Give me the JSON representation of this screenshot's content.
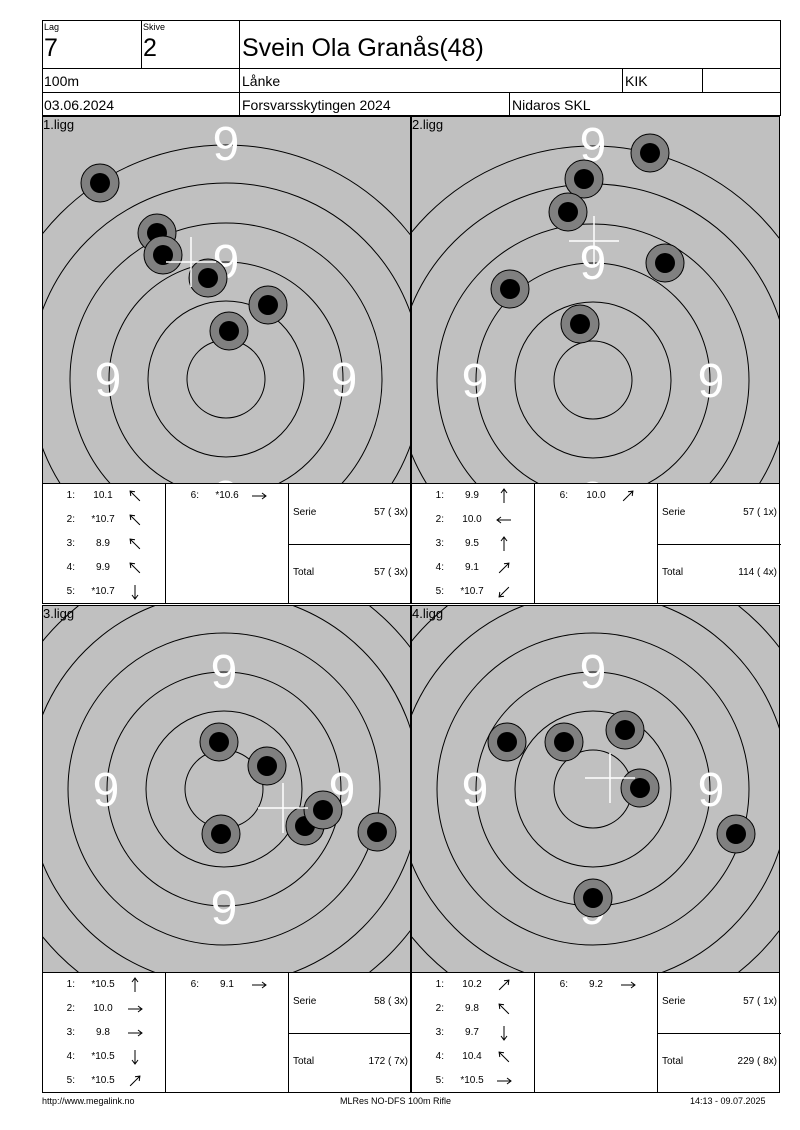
{
  "header": {
    "lag_label": "Lag",
    "lag_value": "7",
    "skive_label": "Skive",
    "skive_value": "2",
    "name": "Svein Ola Granås(48)",
    "distance": "100m",
    "place": "Lånke",
    "club": "KIK",
    "club_extra": "",
    "date": "03.06.2024",
    "event": "Forsvarsskytingen 2024",
    "organizer": "Nidaros SKL"
  },
  "colors": {
    "target_bg": "#c0c0c0",
    "ring_line": "#000000",
    "hole_outer": "#808080",
    "hole_inner": "#000000",
    "ring_number": "#ffffff"
  },
  "ring_number_text": "9",
  "panels": [
    {
      "label": "1.ligg",
      "shots": [
        {
          "n": "1:",
          "v": "10.1",
          "dir": "up-left"
        },
        {
          "n": "2:",
          "v": "*10.7",
          "dir": "up-left"
        },
        {
          "n": "3:",
          "v": "8.9",
          "dir": "up-left"
        },
        {
          "n": "4:",
          "v": "9.9",
          "dir": "up-left"
        },
        {
          "n": "5:",
          "v": "*10.7",
          "dir": "down"
        },
        {
          "n": "6:",
          "v": "*10.6",
          "dir": "right"
        }
      ],
      "serie_label": "Serie",
      "serie_value": "57 ( 3x)",
      "total_label": "Total",
      "total_value": "57 ( 3x)"
    },
    {
      "label": "2.ligg",
      "shots": [
        {
          "n": "1:",
          "v": "9.9",
          "dir": "up"
        },
        {
          "n": "2:",
          "v": "10.0",
          "dir": "left"
        },
        {
          "n": "3:",
          "v": "9.5",
          "dir": "up"
        },
        {
          "n": "4:",
          "v": "9.1",
          "dir": "up-right"
        },
        {
          "n": "5:",
          "v": "*10.7",
          "dir": "down-left"
        },
        {
          "n": "6:",
          "v": "10.0",
          "dir": "up-right"
        }
      ],
      "serie_label": "Serie",
      "serie_value": "57 ( 1x)",
      "total_label": "Total",
      "total_value": "114 ( 4x)"
    },
    {
      "label": "3.ligg",
      "shots": [
        {
          "n": "1:",
          "v": "*10.5",
          "dir": "up"
        },
        {
          "n": "2:",
          "v": "10.0",
          "dir": "right"
        },
        {
          "n": "3:",
          "v": "9.8",
          "dir": "right"
        },
        {
          "n": "4:",
          "v": "*10.5",
          "dir": "down"
        },
        {
          "n": "5:",
          "v": "*10.5",
          "dir": "up-right"
        },
        {
          "n": "6:",
          "v": "9.1",
          "dir": "right"
        }
      ],
      "serie_label": "Serie",
      "serie_value": "58 ( 3x)",
      "total_label": "Total",
      "total_value": "172 ( 7x)"
    },
    {
      "label": "4.ligg",
      "shots": [
        {
          "n": "1:",
          "v": "10.2",
          "dir": "up-right"
        },
        {
          "n": "2:",
          "v": "9.8",
          "dir": "up-left"
        },
        {
          "n": "3:",
          "v": "9.7",
          "dir": "down"
        },
        {
          "n": "4:",
          "v": "10.4",
          "dir": "up-left"
        },
        {
          "n": "5:",
          "v": "*10.5",
          "dir": "right"
        },
        {
          "n": "6:",
          "v": "9.2",
          "dir": "right"
        }
      ],
      "serie_label": "Serie",
      "serie_value": "57 ( 1x)",
      "total_label": "Total",
      "total_value": "229 ( 8x)"
    }
  ],
  "footer": {
    "url": "http://www.megalink.no",
    "system": "MLRes NO-DFS 100m Rifle",
    "timestamp": "14:13 - 09.07.2025"
  }
}
